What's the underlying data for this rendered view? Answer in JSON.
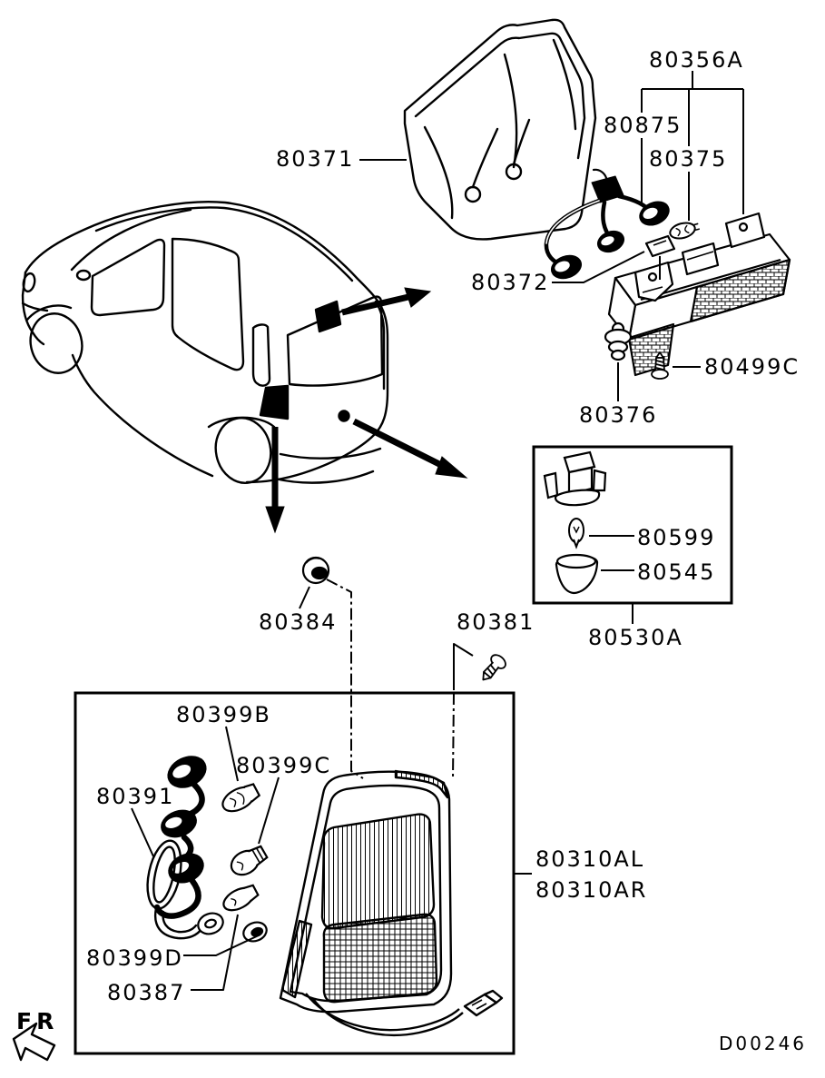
{
  "diagram": {
    "drawing_code": "D00246",
    "direction_indicator": "FR",
    "part_labels": {
      "l80356A": "80356A",
      "l80875": "80875",
      "l80375": "80375",
      "l80371": "80371",
      "l80372": "80372",
      "l80499C": "80499C",
      "l80376": "80376",
      "l80599": "80599",
      "l80545": "80545",
      "l80530A": "80530A",
      "l80384": "80384",
      "l80381": "80381",
      "l80399B": "80399B",
      "l80399C": "80399C",
      "l80391": "80391",
      "l80399D": "80399D",
      "l80387": "80387",
      "l80310AL": "80310AL",
      "l80310AR": "80310AR"
    },
    "colors": {
      "line": "#000000",
      "background": "#ffffff"
    }
  }
}
